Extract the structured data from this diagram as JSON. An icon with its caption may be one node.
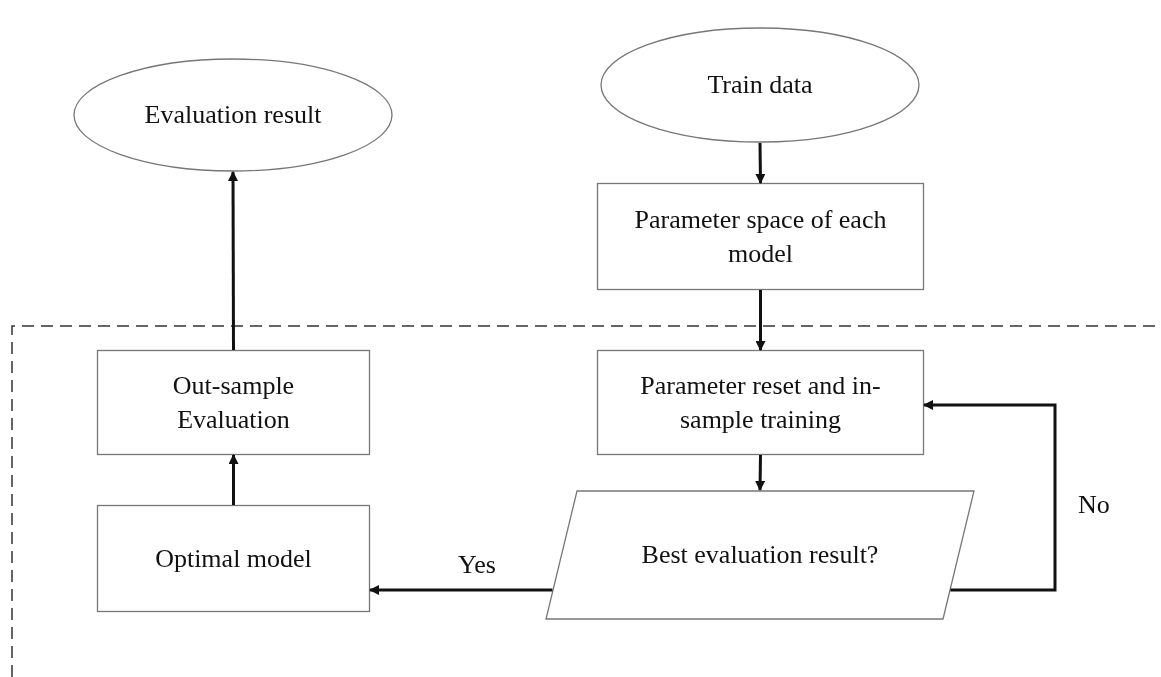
{
  "diagram": {
    "nodes": [
      {
        "text": [
          "Train data"
        ]
      },
      {
        "text": [
          "Evaluation result"
        ]
      },
      {
        "text": [
          "Parameter space of each model"
        ]
      },
      {
        "text": [
          "Out-sample Evaluation"
        ]
      },
      {
        "text": [
          "Parameter reset and in-sample training"
        ]
      },
      {
        "text": [
          "Optimal model"
        ]
      },
      {
        "text": [
          "Best evaluation result?"
        ]
      }
    ],
    "edges": [
      {
        "from": 0,
        "to": 2,
        "arrow": "to"
      },
      {
        "from": 2,
        "to": 4,
        "arrow": "to"
      },
      {
        "from": 4,
        "to": 6,
        "arrow": "to"
      },
      {
        "from": 6,
        "to": 5,
        "arrow": "to",
        "label": "Yes"
      },
      {
        "from": 6,
        "to": 4,
        "arrow": "to",
        "label": "No"
      },
      {
        "from": 5,
        "to": 3,
        "arrow": "to"
      },
      {
        "from": 3,
        "to": 1,
        "arrow": "to"
      }
    ]
  }
}
